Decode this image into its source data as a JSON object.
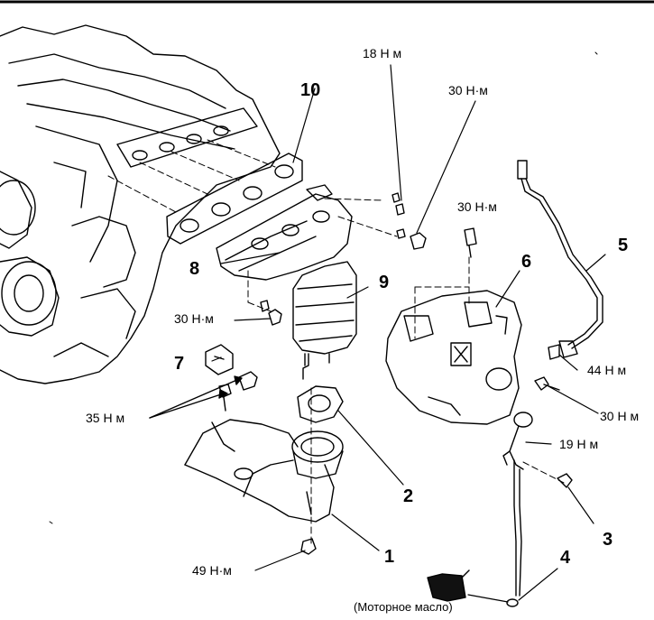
{
  "callouts": {
    "c1": "1",
    "c2": "2",
    "c3": "3",
    "c4": "4",
    "c5": "5",
    "c6": "6",
    "c7": "7",
    "c8": "8",
    "c9": "9",
    "c10": "10"
  },
  "torques": {
    "t18": "18 Н м",
    "t30_top": "30 Н·м",
    "t30_bolt": "30 Н·м",
    "t30_left": "30 Н·м",
    "t35": "35 Н м",
    "t44": "44 Н м",
    "t30_right": "30 Н м",
    "t19": "19 Н м",
    "t49": "49 Н·м"
  },
  "notes": {
    "engine_oil": "(Моторное масло)"
  },
  "colors": {
    "line": "#000000",
    "background": "#ffffff"
  }
}
